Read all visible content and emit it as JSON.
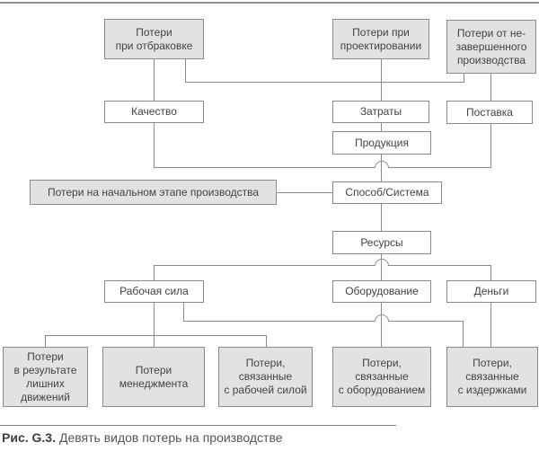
{
  "figure": {
    "caption_label": "Рис. G.3.",
    "caption_text": "Девять видов потерь на производстве"
  },
  "colors": {
    "box_gray_fill": "#e2e2e2",
    "box_white_fill": "#ffffff",
    "border_and_lines": "#8a8a8a",
    "text": "#424242"
  },
  "nodes": {
    "loss_rejection": {
      "label": "Потери\nпри отбраковке"
    },
    "loss_design": {
      "label": "Потери при\nпроектировании"
    },
    "loss_wip": {
      "label": "Потери от не-\nзавершенного\nпроизводства"
    },
    "quality": {
      "label": "Качество"
    },
    "costs": {
      "label": "Затраты"
    },
    "delivery": {
      "label": "Поставка"
    },
    "products": {
      "label": "Продукция"
    },
    "loss_initial_stage": {
      "label": "Потери на начальном этапе производства"
    },
    "method_system": {
      "label": "Способ/Система"
    },
    "resources": {
      "label": "Ресурсы"
    },
    "labor": {
      "label": "Рабочая сила"
    },
    "equipment": {
      "label": "Оборудование"
    },
    "money": {
      "label": "Деньги"
    },
    "loss_motion": {
      "label": "Потери\nв результате\nлишних\nдвижений"
    },
    "loss_management": {
      "label": "Потери\nменеджмента"
    },
    "loss_labor": {
      "label": "Потери,\nсвязанные\nс рабочей силой"
    },
    "loss_equipment": {
      "label": "Потери,\nсвязанные\nс оборудованием"
    },
    "loss_costs": {
      "label": "Потери,\nсвязанные\nс издержками"
    }
  }
}
